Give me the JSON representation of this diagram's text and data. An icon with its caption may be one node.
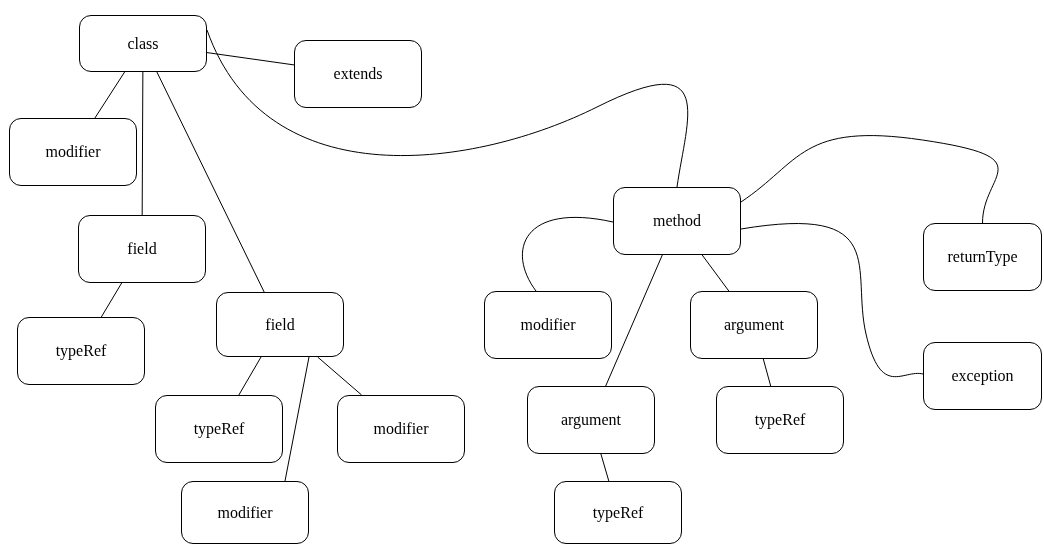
{
  "diagram": {
    "nodes": [
      {
        "text": [
          "class"
        ]
      },
      {
        "text": [
          "extends"
        ]
      },
      {
        "text": [
          "modifier"
        ]
      },
      {
        "text": [
          "field"
        ]
      },
      {
        "text": [
          "typeRef"
        ]
      },
      {
        "text": [
          "field"
        ]
      },
      {
        "text": [
          "typeRef"
        ]
      },
      {
        "text": [
          "modifier"
        ]
      },
      {
        "text": [
          "modifier"
        ]
      },
      {
        "text": [
          "method"
        ]
      },
      {
        "text": [
          "modifier"
        ]
      },
      {
        "text": [
          "argument"
        ]
      },
      {
        "text": [
          "returnType"
        ]
      },
      {
        "text": [
          "exception"
        ]
      },
      {
        "text": [
          "argument"
        ]
      },
      {
        "text": [
          "typeRef"
        ]
      },
      {
        "text": [
          "typeRef"
        ]
      }
    ],
    "edges": [
      {
        "from": 0,
        "to": 1,
        "arrow": "none"
      },
      {
        "from": 0,
        "to": 2,
        "arrow": "none"
      },
      {
        "from": 0,
        "to": 3,
        "arrow": "none"
      },
      {
        "from": 0,
        "to": 5,
        "arrow": "none"
      },
      {
        "from": 0,
        "to": 9,
        "arrow": "none"
      },
      {
        "from": 3,
        "to": 4,
        "arrow": "none"
      },
      {
        "from": 5,
        "to": 6,
        "arrow": "none"
      },
      {
        "from": 5,
        "to": 7,
        "arrow": "none"
      },
      {
        "from": 5,
        "to": 8,
        "arrow": "none"
      },
      {
        "from": 9,
        "to": 10,
        "arrow": "none"
      },
      {
        "from": 9,
        "to": 11,
        "arrow": "none"
      },
      {
        "from": 9,
        "to": 14,
        "arrow": "none"
      },
      {
        "from": 9,
        "to": 12,
        "arrow": "none"
      },
      {
        "from": 9,
        "to": 13,
        "arrow": "none"
      },
      {
        "from": 11,
        "to": 15,
        "arrow": "none"
      },
      {
        "from": 14,
        "to": 16,
        "arrow": "none"
      }
    ]
  }
}
